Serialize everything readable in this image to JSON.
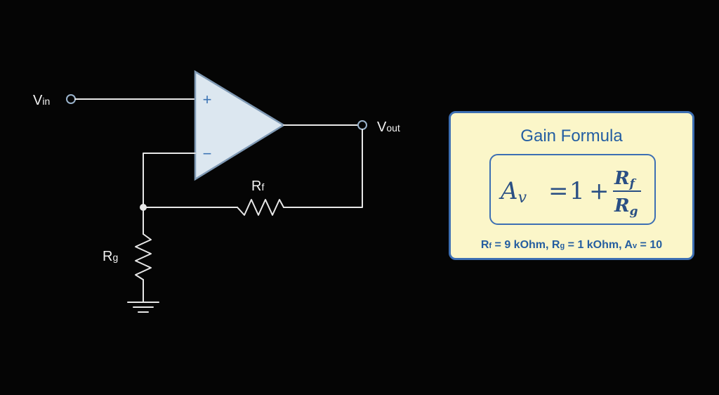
{
  "circuit": {
    "vin_label": {
      "main": "V",
      "sub": "in"
    },
    "vout_label": {
      "main": "V",
      "sub": "out"
    },
    "rf_label": {
      "main": "R",
      "sub": "f"
    },
    "rg_label": {
      "main": "R",
      "sub": "g"
    },
    "plus_sign": "+",
    "minus_sign": "−"
  },
  "formula_card": {
    "title": "Gain Formula",
    "equation": {
      "lhs_main": "A",
      "lhs_sub": "v",
      "equals": "=",
      "one": "1",
      "plus": "+",
      "num_main": "R",
      "num_sub": "f",
      "den_main": "R",
      "den_sub": "g"
    },
    "params": {
      "rf_main": "R",
      "rf_sub": "f",
      "rf_value": " = 9 kOhm, ",
      "rg_main": "R",
      "rg_sub": "g",
      "rg_value": " = 1 kOhm, ",
      "av_main": "A",
      "av_sub": "v",
      "av_value": " = 10"
    }
  },
  "colors": {
    "background": "#050505",
    "wire": "#e8e8e8",
    "opamp_fill": "#dce7f0",
    "opamp_stroke": "#7f99b4",
    "card_fill": "#fbf6c9",
    "card_border": "#3d6fb3",
    "card_text": "#245ea2"
  }
}
